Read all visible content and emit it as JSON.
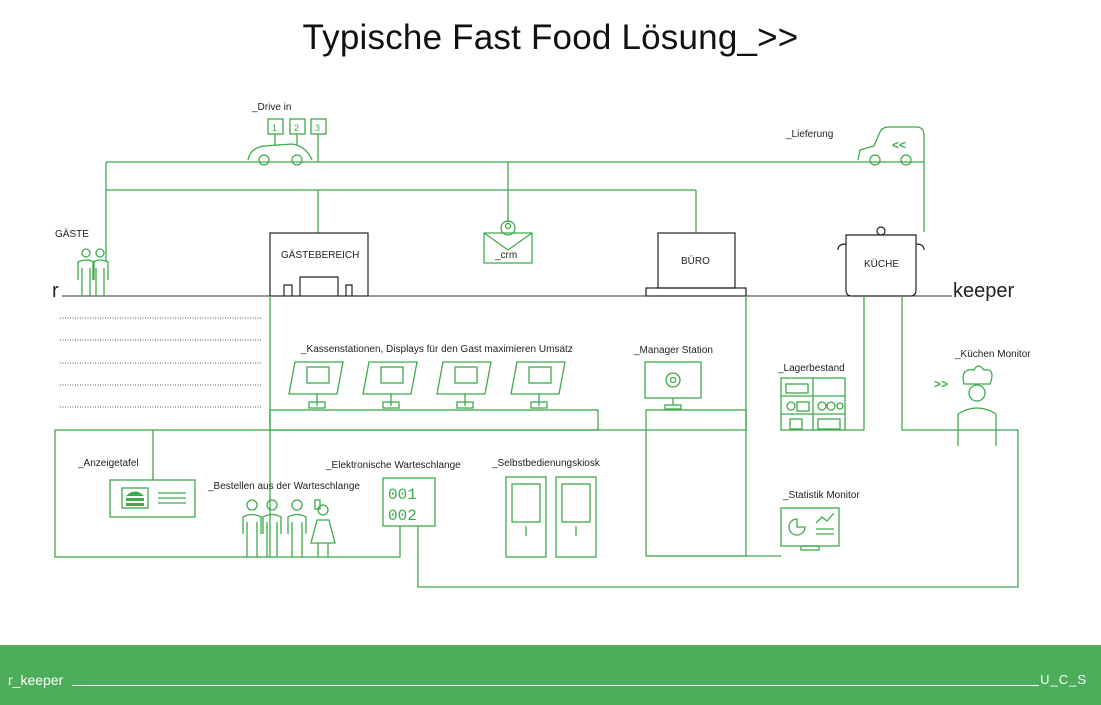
{
  "title": "Typische Fast Food Lösung_>>",
  "labels": {
    "drive_in": "_Drive in",
    "drive_lanes": [
      "1",
      "2",
      "3"
    ],
    "lieferung": "_Lieferung",
    "gaeste": "GÄSTE",
    "gaestebereich": "GÄSTEBEREICH",
    "crm": "_crm",
    "buero": "BÜRO",
    "kueche": "KÜCHE",
    "brand_left": "r",
    "brand_right": "keeper",
    "kassenstationen": "_Kassenstationen, Displays für den Gast maximieren Umsatz",
    "manager_station": "_Manager Station",
    "lagerbestand": "_Lagerbestand",
    "kuechen_monitor": "_Küchen Monitor",
    "anzeigetafel": "_Anzeigetafel",
    "bestellen": "_Bestellen aus der Warteschlange",
    "warteschlange": "_Elektronische Warteschlange",
    "queue_digits": [
      "001",
      "002"
    ],
    "kiosk": "_Selbstbedienungskiosk",
    "statistik": "_Statistik Monitor",
    "delivery_arrow": "<<",
    "chef_arrow": ">>"
  },
  "footer": {
    "left": "r_keeper",
    "right": "U_C_S"
  },
  "colors": {
    "accent": "#3daa4c",
    "footer_bg": "#4cae5a",
    "text": "#222222"
  }
}
